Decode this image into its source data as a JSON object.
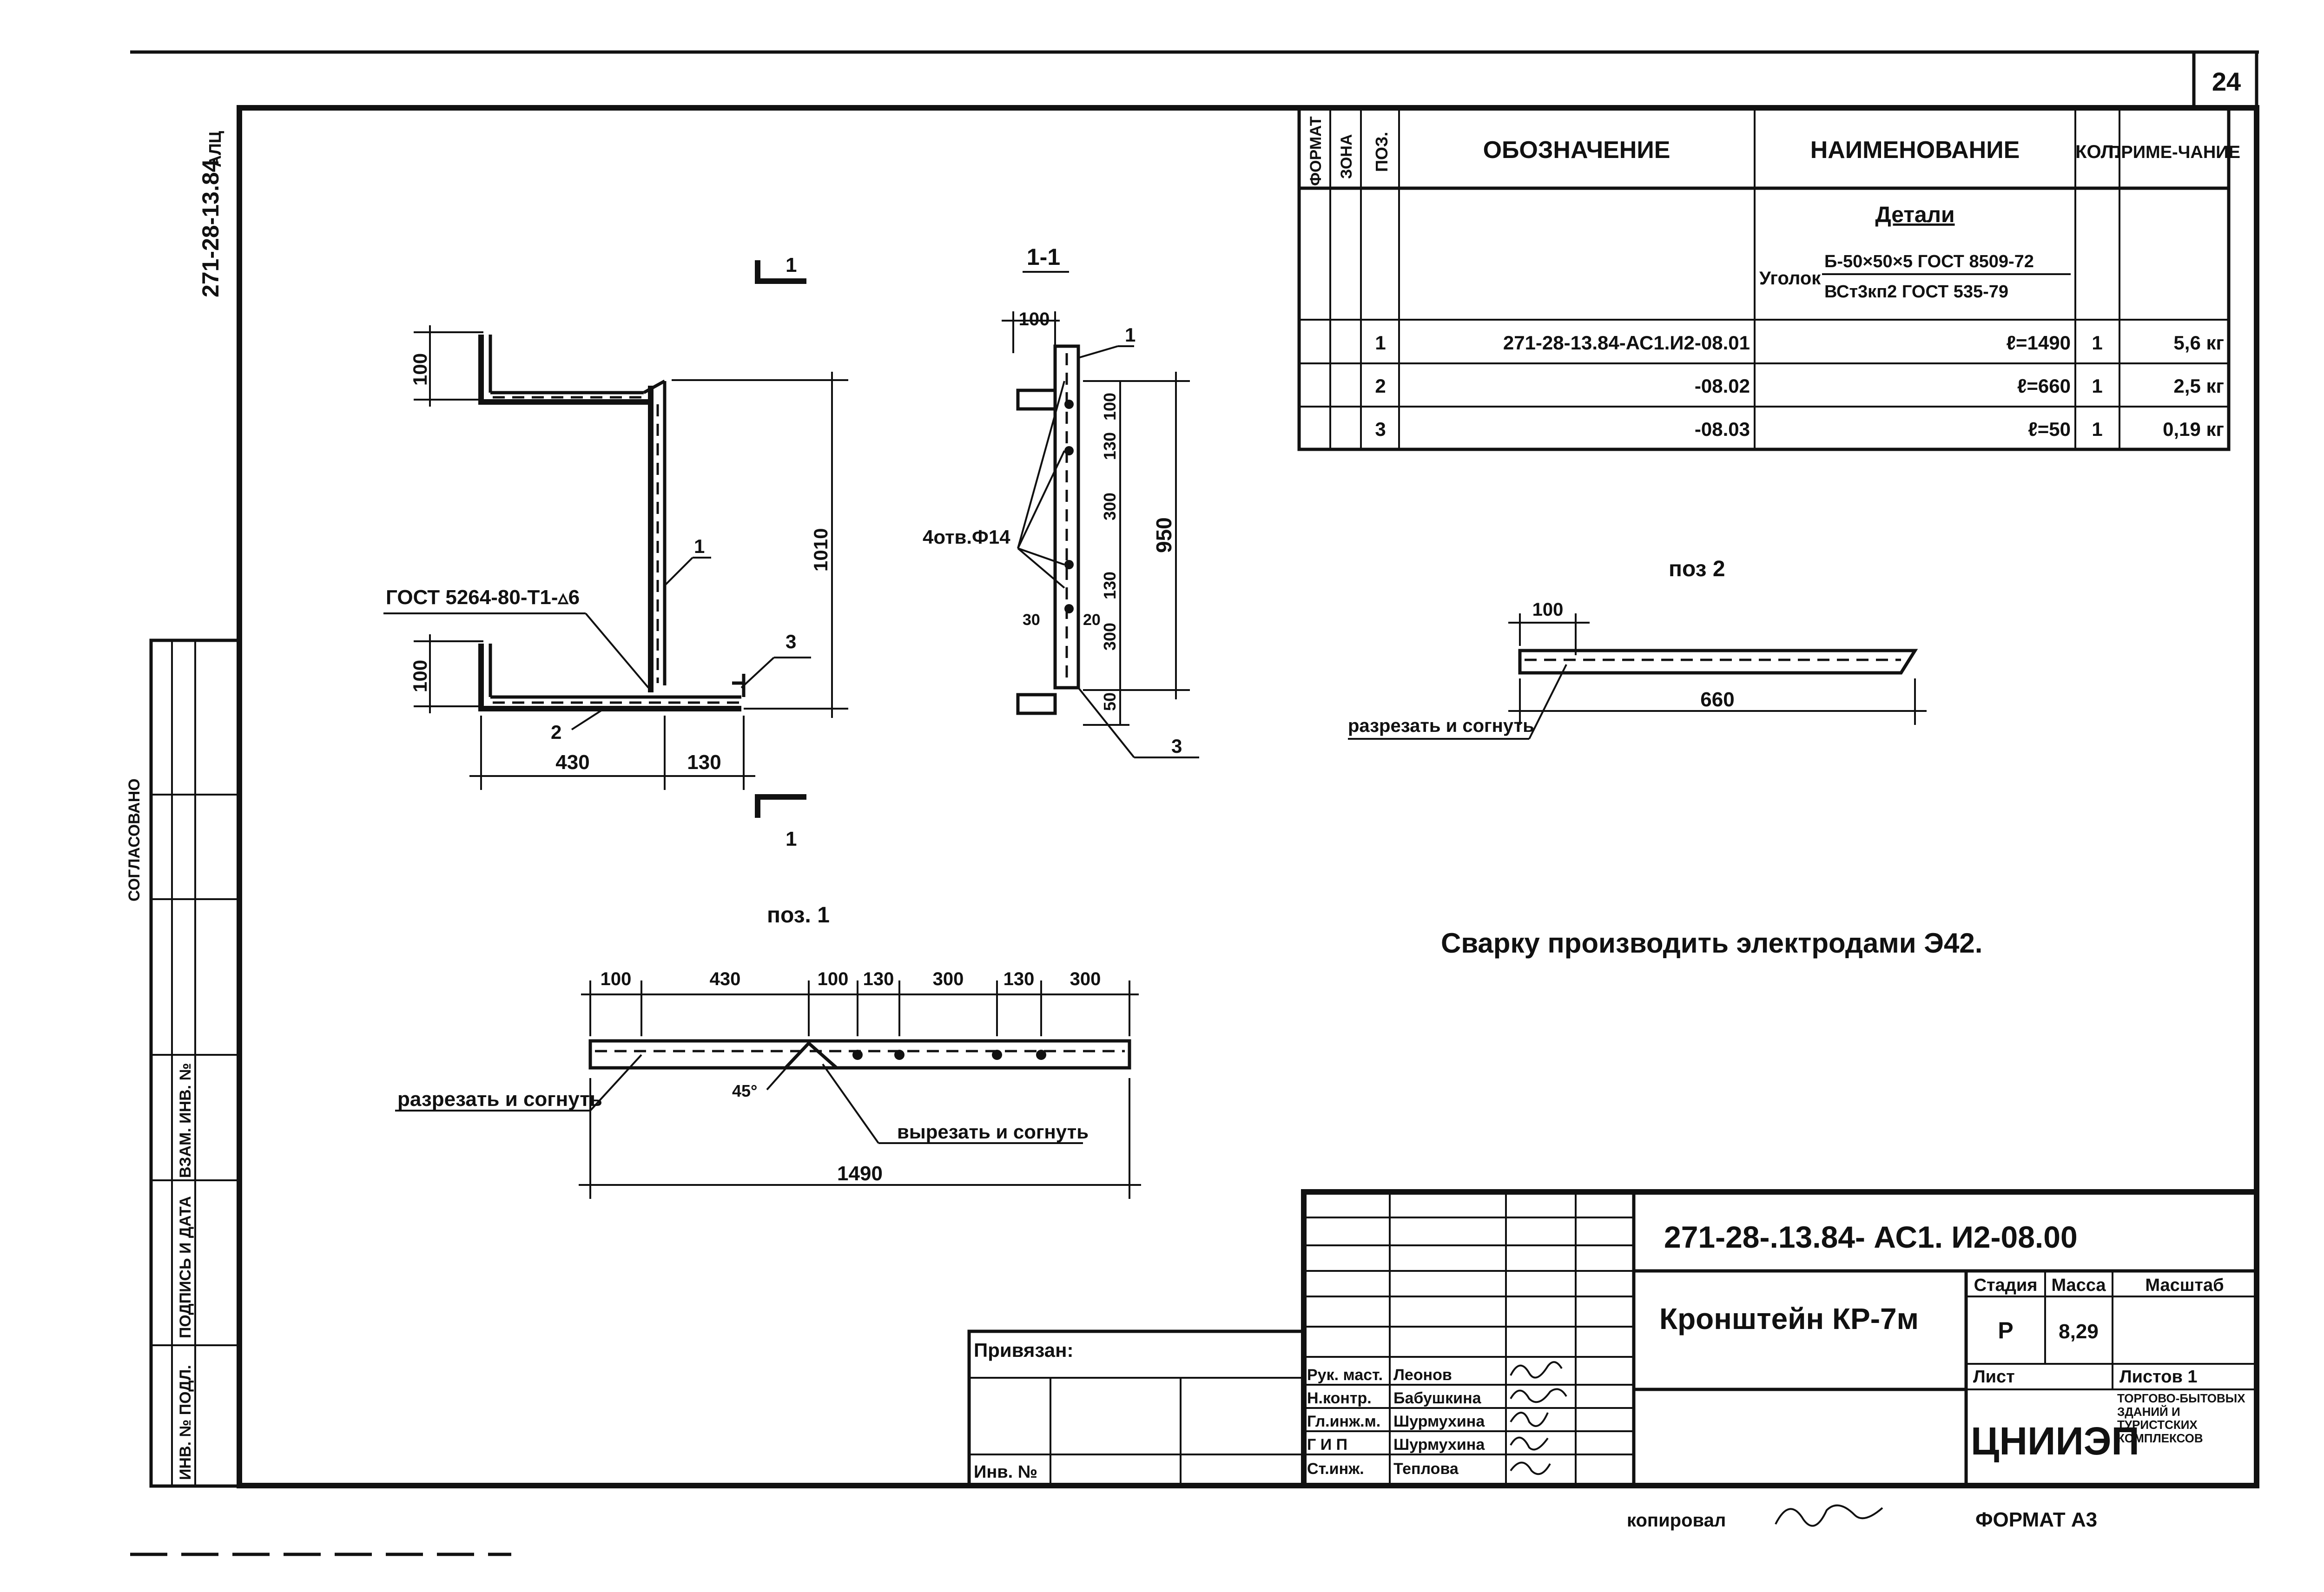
{
  "sheet_number": "24",
  "margin_top_code": "271-28-13.84",
  "side_labels": {
    "mark": "АЛЦ",
    "agreed": "СОГЛАСОВАНО",
    "inv_sub": "ИНВ. № ПОДЛ.",
    "sign_date": "ПОДПИСЬ И ДАТА",
    "replace_inv": "ВЗАМ. ИНВ. №"
  },
  "spec_table": {
    "headers": {
      "format": "ФОРМАТ",
      "zone": "ЗОНА",
      "pos": "ПОЗ.",
      "designation": "ОБОЗНАЧЕНИЕ",
      "name": "НАИМЕНОВАНИЕ",
      "qty": "КОЛ.",
      "note": "ПРИМЕ-ЧАНИЕ"
    },
    "section_title": "Детали",
    "material": {
      "label": "Уголок",
      "top": "Б-50×50×5 ГОСТ 8509-72",
      "bottom": "ВСт3кп2 ГОСТ 535-79"
    },
    "rows": [
      {
        "pos": "1",
        "designation": "271-28-13.84-АС1.И2-08.01",
        "name": "ℓ=1490",
        "qty": "1",
        "note": "5,6 кг"
      },
      {
        "pos": "2",
        "designation": "-08.02",
        "name": "ℓ=660",
        "qty": "1",
        "note": "2,5 кг"
      },
      {
        "pos": "3",
        "designation": "-08.03",
        "name": "ℓ=50",
        "qty": "1",
        "note": "0,19 кг"
      }
    ]
  },
  "drawing_labels": {
    "cut_mark": "1",
    "section_title": "1-1",
    "gost_note": "ГОСТ 5264-80-Т1-▵6",
    "holes_note": "4отв.Ф14",
    "pos1_title": "поз. 1",
    "pos2_title": "поз 2",
    "cut_bend_1": "разрезать и согнуть",
    "cut_bend_2": "разрезать и согнуть",
    "cut_out_bend": "вырезать и согнуть",
    "weld_note": "Сварку производить электродами Э42.",
    "angle_45": "45°",
    "leaders": [
      "1",
      "2",
      "3"
    ]
  },
  "dimensions": {
    "main": {
      "top_leg": "100",
      "bottom_leg": "100",
      "height": "1010",
      "w1": "430",
      "w2": "130"
    },
    "section": {
      "top": "100",
      "d1": "100",
      "d2": "130",
      "d3": "300",
      "d4": "130",
      "d5": "20",
      "d6": "300",
      "d7": "50",
      "d8": "30",
      "total": "950"
    },
    "pos1": {
      "s1": "100",
      "s2": "430",
      "s3": "100",
      "s4": "130",
      "s5": "300",
      "s6": "130",
      "s7": "300",
      "total": "1490"
    },
    "pos2": {
      "s1": "100",
      "total": "660"
    }
  },
  "title_block": {
    "code": "271-28-.13.84- АС1. И2-08.00",
    "object": "Кронштейн КР-7м",
    "stage_h": "Стадия",
    "mass_h": "Масса",
    "scale_h": "Масштаб",
    "stage": "Р",
    "mass": "8,29",
    "sheet_h": "Лист",
    "sheets_h": "Листов 1",
    "org": "ЦНИИЭП",
    "org_sub": "торгово-бытовых зданий и туристских комплексов",
    "tied": "Привязан:",
    "inv": "Инв. №",
    "staff": [
      {
        "role": "Рук. маст.",
        "name": "Леонов"
      },
      {
        "role": "Н.контр.",
        "name": "Бабушкина"
      },
      {
        "role": "Гл.инж.м.",
        "name": "Шурмухина"
      },
      {
        "role": "Г И П",
        "name": "Шурмухина"
      },
      {
        "role": "Ст.инж.",
        "name": "Теплова"
      }
    ]
  },
  "bottom": {
    "copied": "копировал",
    "format": "ФОРМАТ А3"
  }
}
